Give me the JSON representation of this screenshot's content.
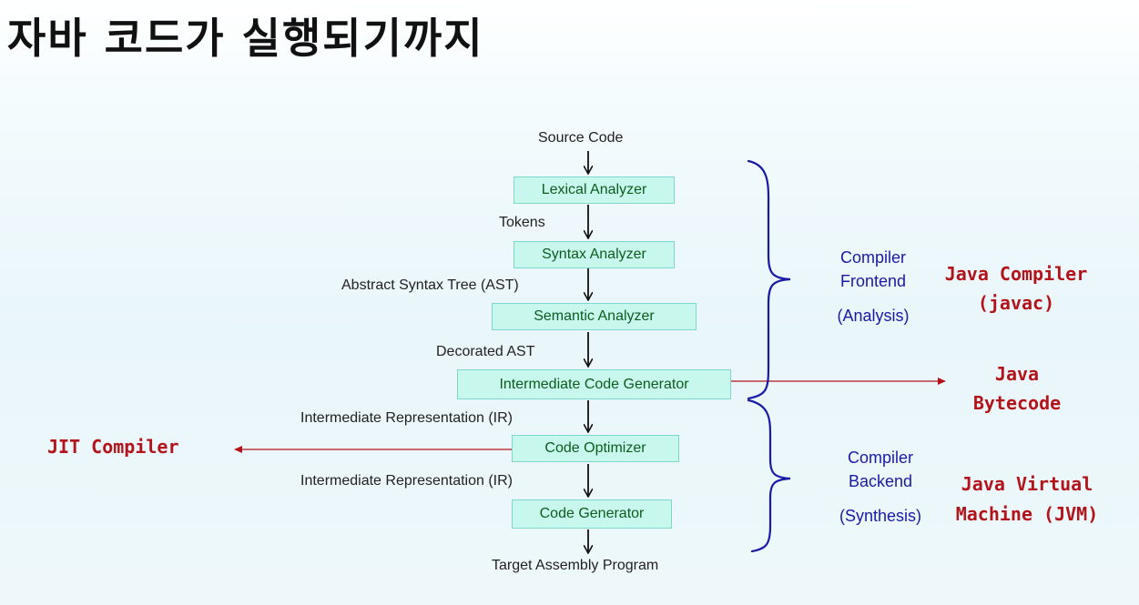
{
  "title": "자바 코드가 실행되기까지",
  "pipeline": {
    "source": "Source Code",
    "lexical": "Lexical Analyzer",
    "tokens": "Tokens",
    "syntax": "Syntax Analyzer",
    "ast": "Abstract Syntax Tree (AST)",
    "semantic": "Semantic Analyzer",
    "decorated": "Decorated AST",
    "icg": "Intermediate Code Generator",
    "ir1": "Intermediate Representation (IR)",
    "optimizer": "Code Optimizer",
    "ir2": "Intermediate Representation (IR)",
    "codegen": "Code Generator",
    "target": "Target Assembly Program"
  },
  "frontend": {
    "line1": "Compiler",
    "line2": "Frontend",
    "line3": "(Analysis)"
  },
  "backend": {
    "line1": "Compiler",
    "line2": "Backend",
    "line3": "(Synthesis)"
  },
  "java_compiler": {
    "line1": "Java Compiler",
    "line2": "(javac)"
  },
  "bytecode": {
    "line1": "Java",
    "line2": "Bytecode"
  },
  "jvm": {
    "line1": "Java Virtual",
    "line2": "Machine (JVM)"
  },
  "jit": "JIT Compiler",
  "colors": {
    "box_fill": "#c8f7ee",
    "box_text": "#0b5d1e",
    "brace": "#1a1aa6",
    "side_label": "#1a1aa6",
    "java_label": "#b3141b",
    "side_arrow": "#b3141b"
  }
}
